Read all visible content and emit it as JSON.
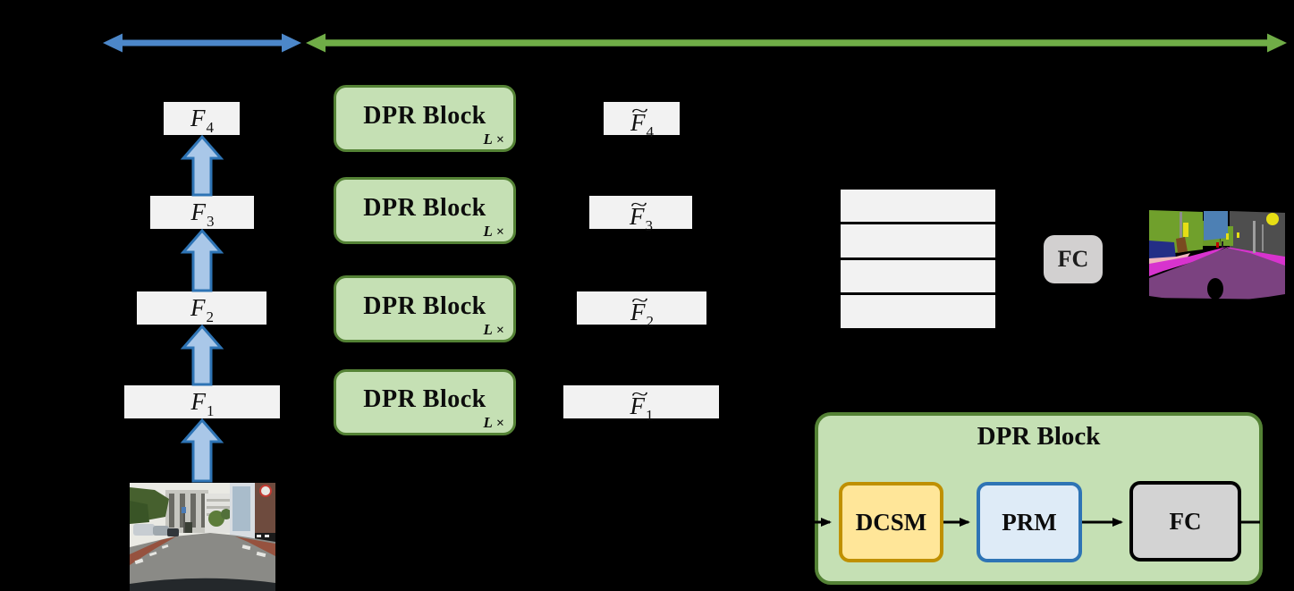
{
  "colors": {
    "background": "#000000",
    "blue_span": "#4C87C9",
    "green_span": "#70AD47",
    "block_fill": "#C5E0B4",
    "block_border": "#548235",
    "box_fill": "#F2F2F2",
    "up_arrow_fill": "#A9C7E8",
    "up_arrow_border": "#2E74B5",
    "ink": "#000000",
    "dcsm_fill": "#FFE699",
    "dcsm_border": "#BF9000",
    "prm_fill": "#DEEBF7",
    "prm_border": "#2E74B5",
    "fcbox_fill": "#D3D3D3",
    "fcbox_border": "#000000",
    "fc_head_fill": "#D2D0D0"
  },
  "encoder": {
    "input_image": "street-scene-photo",
    "features": [
      {
        "base": "F",
        "sub": "4"
      },
      {
        "base": "F",
        "sub": "3"
      },
      {
        "base": "F",
        "sub": "2"
      },
      {
        "base": "F",
        "sub": "1"
      }
    ]
  },
  "dpr_column": {
    "blocks": [
      {
        "label": "DPR Block",
        "repeat_var": "L",
        "repeat_times": "×"
      },
      {
        "label": "DPR Block",
        "repeat_var": "L",
        "repeat_times": "×"
      },
      {
        "label": "DPR Block",
        "repeat_var": "L",
        "repeat_times": "×"
      },
      {
        "label": "DPR Block",
        "repeat_var": "L",
        "repeat_times": "×"
      }
    ]
  },
  "decoder": {
    "features": [
      {
        "tilde": "~",
        "base": "F",
        "sub": "4"
      },
      {
        "tilde": "~",
        "base": "F",
        "sub": "3"
      },
      {
        "tilde": "~",
        "base": "F",
        "sub": "2"
      },
      {
        "tilde": "~",
        "base": "F",
        "sub": "1"
      }
    ],
    "fused_feature_rows": 4,
    "fc_label": "FC",
    "output_image": "segmentation-map"
  },
  "dpr_detail": {
    "title": "DPR Block",
    "modules": [
      {
        "label": "DCSM"
      },
      {
        "label": "PRM"
      },
      {
        "label": "FC"
      }
    ]
  }
}
